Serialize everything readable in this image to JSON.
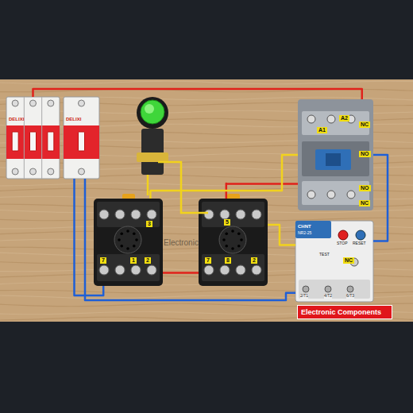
{
  "diagram": {
    "nodes": [
      {
        "text": [
          "DELIXI"
        ]
      },
      {
        "text": [
          "DELIXI"
        ]
      },
      {
        "text": [
          "3",
          "7",
          "1",
          "2"
        ]
      },
      {
        "text": [
          "5",
          "7",
          "8",
          "2"
        ]
      },
      {
        "text": [
          "A1",
          "A2",
          "NC",
          "NO",
          "NO",
          "NC"
        ]
      },
      {
        "text": [
          "CHNT",
          "NR2-25",
          "STOP",
          "RESET",
          "TEST",
          "NC",
          "2/T1",
          "4/T2",
          "6/T3"
        ]
      },
      {
        "text": [
          "Electronic Components"
        ]
      }
    ],
    "edges": [
      {
        "from": 1,
        "to": 2,
        "arrow": "none"
      },
      {
        "from": 1,
        "to": 5,
        "arrow": "none"
      },
      {
        "from": 2,
        "to": 3,
        "arrow": "none"
      },
      {
        "from": 3,
        "to": 4,
        "arrow": "none"
      },
      {
        "from": 2,
        "to": 4,
        "arrow": "none"
      },
      {
        "from": 3,
        "to": 5,
        "arrow": "none"
      },
      {
        "from": 4,
        "to": 5,
        "arrow": "none"
      },
      {
        "from": 0,
        "to": 4,
        "arrow": "none"
      }
    ],
    "labels": [
      "Electronic"
    ]
  }
}
